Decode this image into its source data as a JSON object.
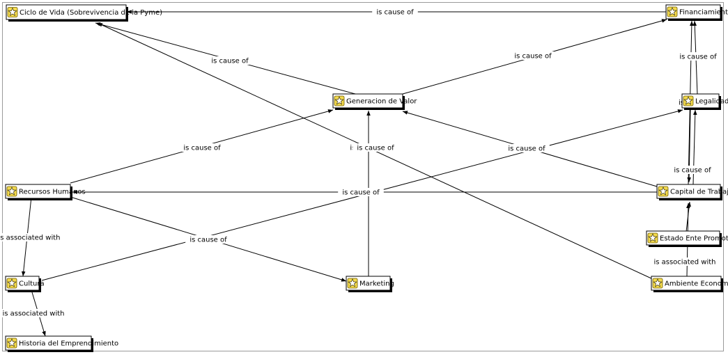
{
  "diagram": {
    "nodes": [
      {
        "id": "ciclo",
        "label": "Ciclo de Vida (Sobrevivencia de la Pyme)",
        "icon": "concept-star-icon"
      },
      {
        "id": "financiamiento",
        "label": "Financiamiento",
        "icon": "concept-star-icon"
      },
      {
        "id": "generacion",
        "label": "Generacion de Valor",
        "icon": "concept-star-icon"
      },
      {
        "id": "legalidad",
        "label": "Legalidad",
        "icon": "concept-star-icon"
      },
      {
        "id": "recursos",
        "label": "Recursos Humanos",
        "icon": "concept-star-icon"
      },
      {
        "id": "capital",
        "label": "Capital de Trabajo",
        "icon": "concept-star-icon"
      },
      {
        "id": "estado",
        "label": "Estado Ente Promotor",
        "icon": "concept-star-icon"
      },
      {
        "id": "cultura",
        "label": "Cultura",
        "icon": "concept-star-icon"
      },
      {
        "id": "marketing",
        "label": "Marketing",
        "icon": "concept-star-icon"
      },
      {
        "id": "ambiente",
        "label": "Ambiente Economico",
        "icon": "concept-star-icon"
      },
      {
        "id": "historia",
        "label": "Historia del Emprendimiento",
        "icon": "concept-star-icon"
      }
    ],
    "edges": [
      {
        "from": "financiamiento",
        "to": "ciclo",
        "label": "is cause of"
      },
      {
        "from": "generacion",
        "to": "ciclo",
        "label": "is cause of"
      },
      {
        "from": "generacion",
        "to": "financiamiento",
        "label": "is cause of"
      },
      {
        "from": "legalidad",
        "to": "financiamiento",
        "label": "is cause of"
      },
      {
        "from": "capital",
        "to": "financiamiento",
        "label": ""
      },
      {
        "from": "cultura",
        "to": "legalidad",
        "label": "is"
      },
      {
        "from": "capital",
        "to": "legalidad",
        "label": ""
      },
      {
        "from": "legalidad",
        "to": "capital",
        "label": "is cause of"
      },
      {
        "from": "recursos",
        "to": "generacion",
        "label": "is cause of"
      },
      {
        "from": "capital",
        "to": "generacion",
        "label": "is cause of"
      },
      {
        "from": "marketing",
        "to": "generacion",
        "label": "is cause of"
      },
      {
        "from": "ambiente",
        "to": "ciclo",
        "label": "is cause of"
      },
      {
        "from": "capital",
        "to": "recursos",
        "label": "is cause of"
      },
      {
        "from": "recursos",
        "to": "marketing",
        "label": "is cause of"
      },
      {
        "from": "recursos",
        "to": "cultura",
        "label": "is associated with"
      },
      {
        "from": "cultura",
        "to": "historia",
        "label": "is associated with"
      },
      {
        "from": "estado",
        "to": "capital",
        "label": ""
      },
      {
        "from": "ambiente",
        "to": "capital",
        "label": "is associated with"
      }
    ]
  }
}
